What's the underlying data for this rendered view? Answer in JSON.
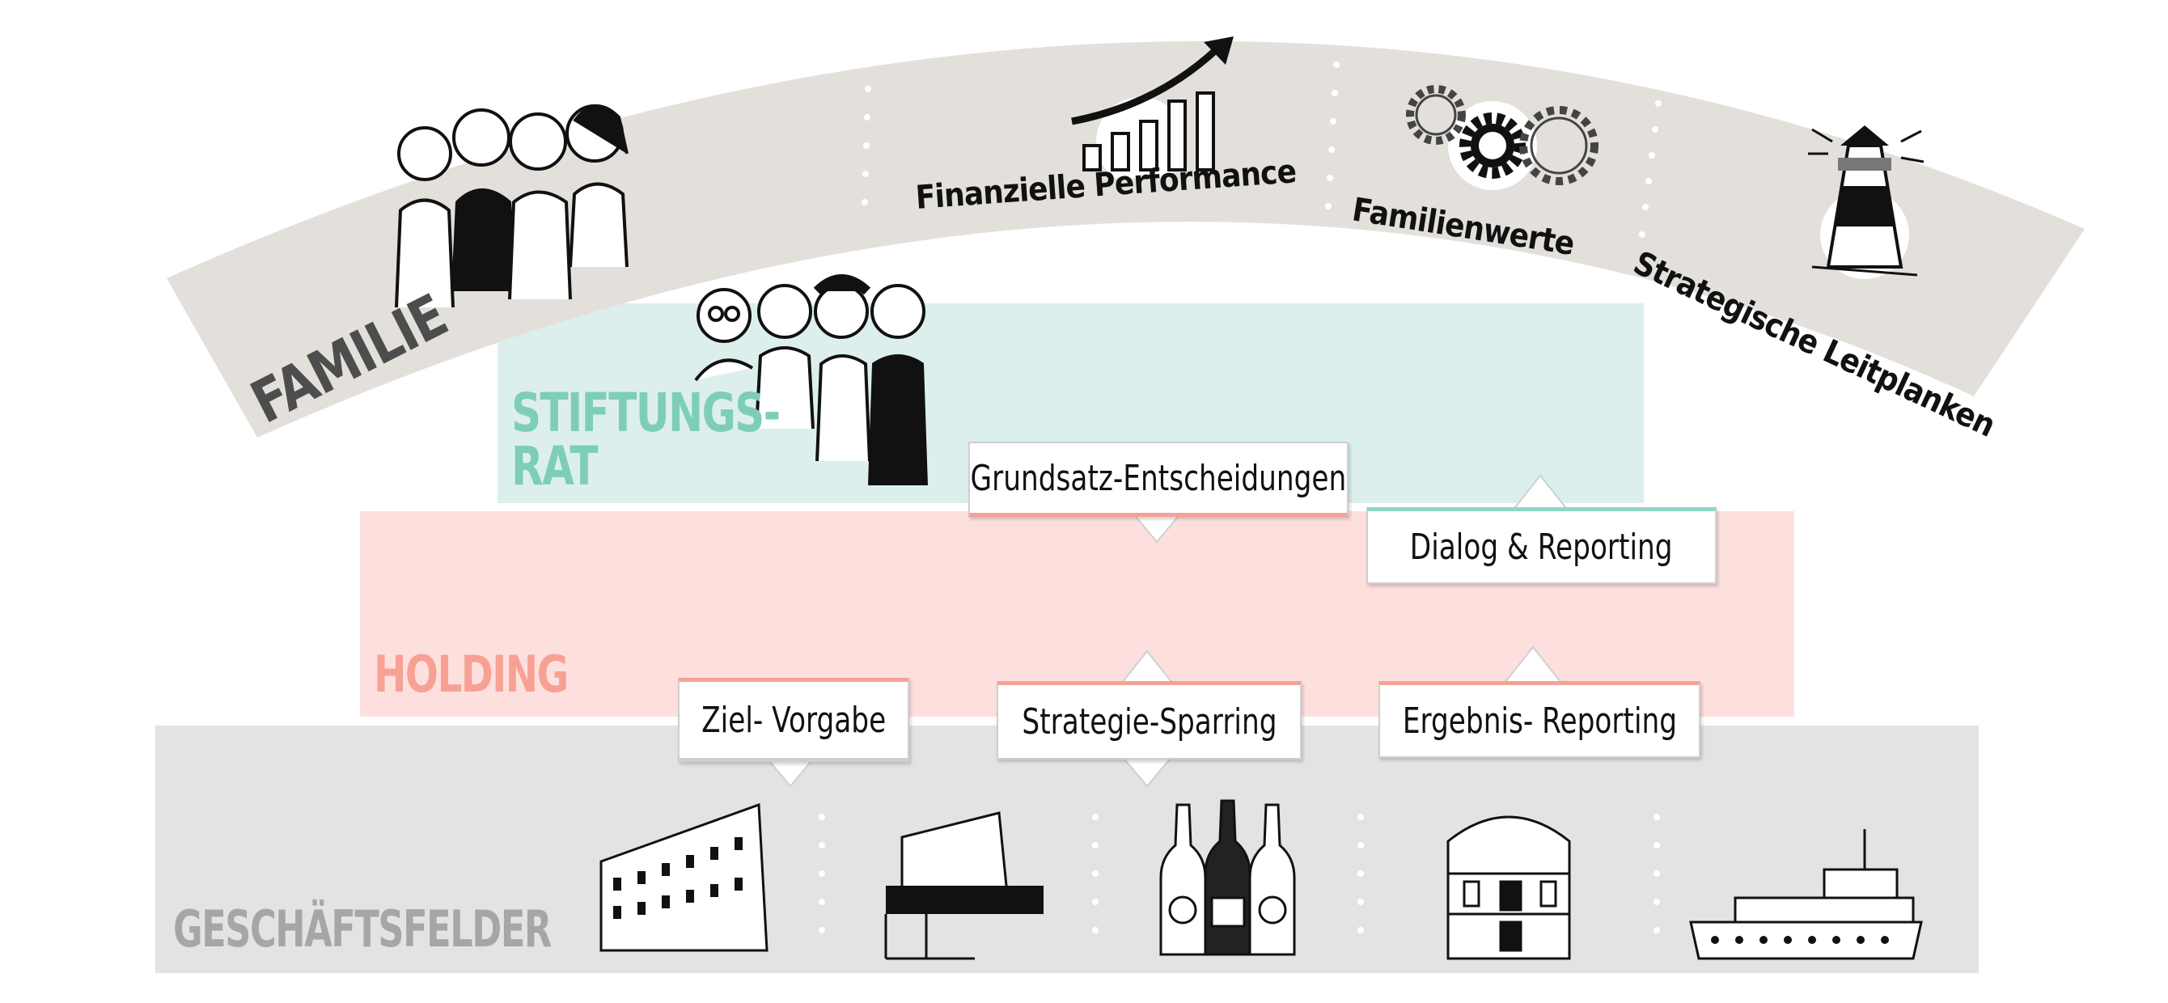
{
  "levels": {
    "familie": "FAMILIE",
    "stiftungsrat": "STIFTUNGS-\nRAT",
    "stiftungsrat_line1": "STIFTUNGS-",
    "stiftungsrat_line2": "RAT",
    "holding": "HOLDING",
    "geschaeftsfelder": "GESCHÄFTSFELDER"
  },
  "family_values": [
    {
      "label": "Finanzielle Performance",
      "icon": "rising-chart-icon"
    },
    {
      "label": "Familienwerte",
      "icon": "gears-icon"
    },
    {
      "label": "Strategische Leitplanken",
      "icon": "lighthouse-icon"
    }
  ],
  "callouts": {
    "grundsatz": "Grundsatz-Entscheidungen",
    "dialog": "Dialog & Reporting",
    "ziel": "Ziel- Vorgabe",
    "strategie": "Strategie-Sparring",
    "ergebnis": "Ergebnis- Reporting"
  },
  "business_icons": [
    "apartment-building-icon",
    "modern-building-icon",
    "beer-bottles-icon",
    "historic-building-icon",
    "ship-icon"
  ],
  "colors": {
    "arc": "#e3e0dc",
    "teal": "#dcefec",
    "teal_text": "#7ecdb9",
    "pink": "#fde0de",
    "pink_text": "#f7a194",
    "grey": "#e3e3e3",
    "grey_text": "#a6a6a6"
  }
}
